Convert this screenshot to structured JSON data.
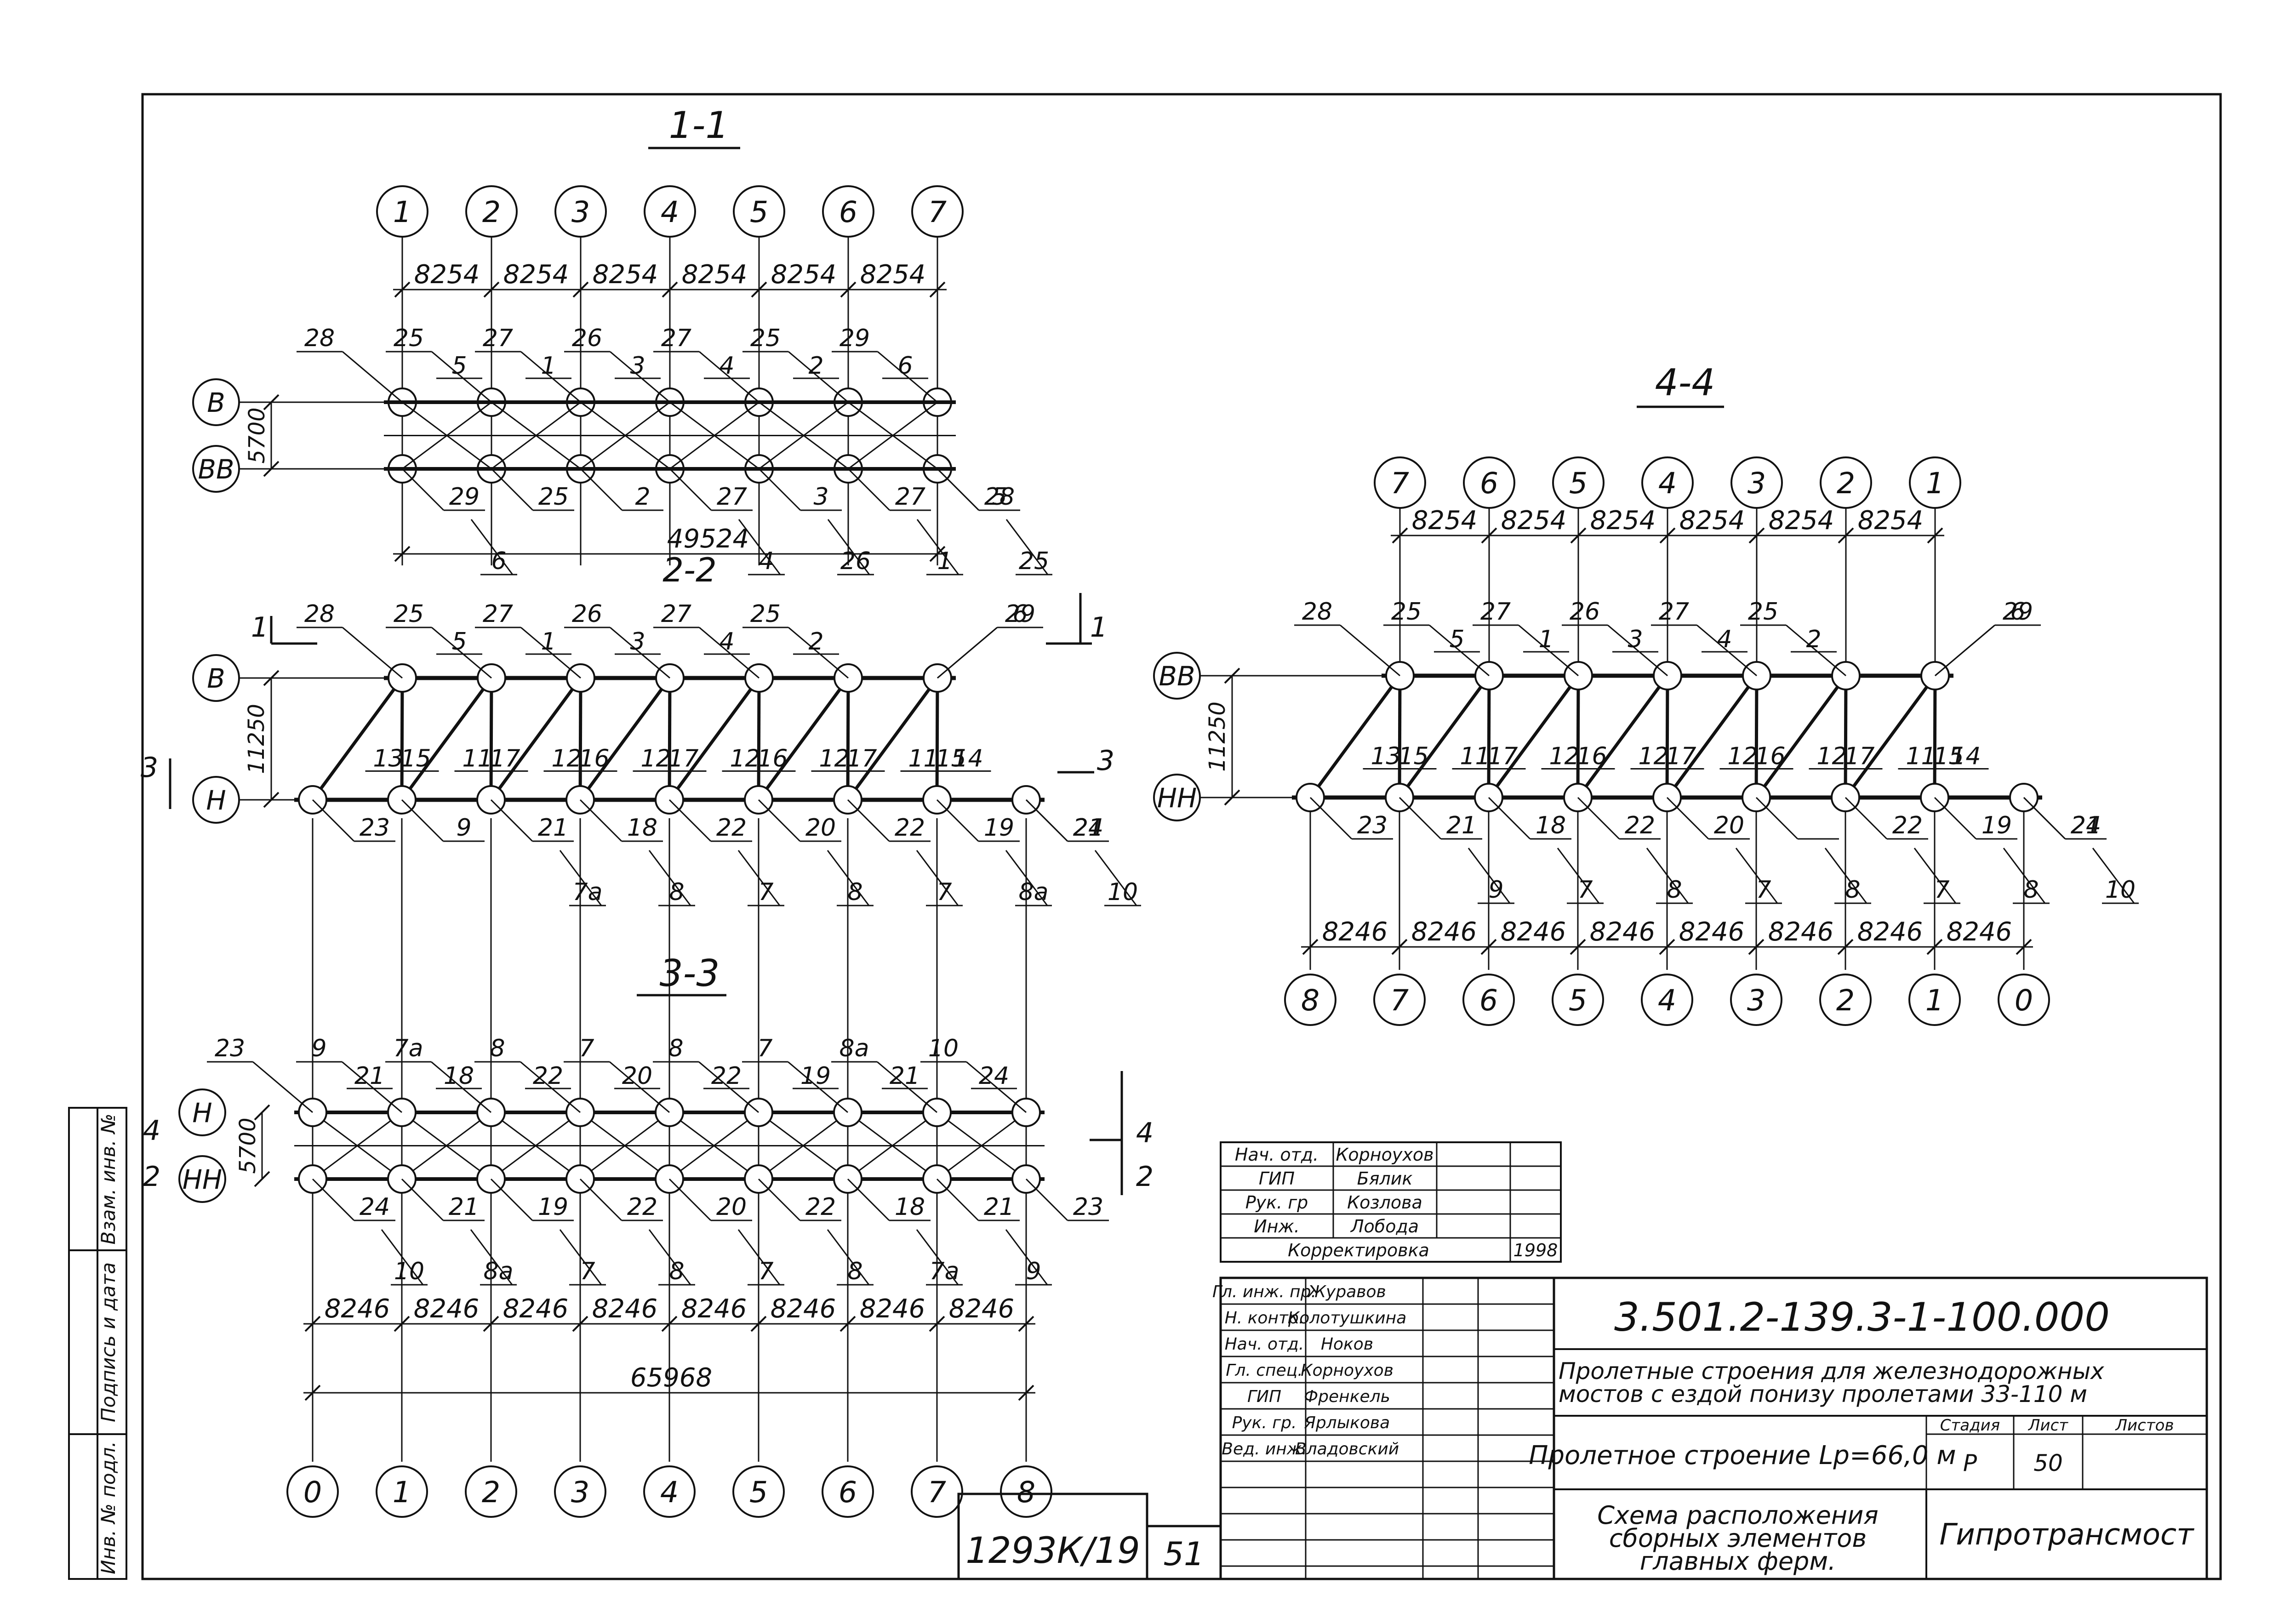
{
  "sections": {
    "s11": {
      "title": "1-1",
      "axes": [
        "1",
        "2",
        "3",
        "4",
        "5",
        "6",
        "7"
      ],
      "spacing": [
        "8254",
        "8254",
        "8254",
        "8254",
        "8254",
        "8254"
      ],
      "total": "49524",
      "height_dim": "5700",
      "top_label": "В",
      "bottom_label": "ВВ",
      "top_marks": [
        {
          "a": "28",
          "b": ""
        },
        {
          "a": "25",
          "b": "5"
        },
        {
          "a": "27",
          "b": "1"
        },
        {
          "a": "26",
          "b": "3"
        },
        {
          "a": "27",
          "b": "4"
        },
        {
          "a": "25",
          "b": "2"
        },
        {
          "a": "29",
          "b": "6"
        }
      ],
      "bottom_marks": [
        {
          "a": "29",
          "b": "6"
        },
        {
          "a": "25",
          "b": ""
        },
        {
          "a": "2",
          "b": ""
        },
        {
          "a": "27",
          "b": "4"
        },
        {
          "a": "3",
          "b": "26"
        },
        {
          "a": "27",
          "b": "1"
        },
        {
          "a": "5",
          "b": "25"
        },
        {
          "a": "28",
          "b": ""
        }
      ]
    },
    "s22": {
      "title": "2-2",
      "height_dim": "11250",
      "top_label": "В",
      "bottom_label": "Н",
      "cut_1": "1",
      "cut_3": "3",
      "top_marks": [
        {
          "a": "28",
          "b": ""
        },
        {
          "a": "25",
          "b": "5"
        },
        {
          "a": "27",
          "b": "1"
        },
        {
          "a": "26",
          "b": "3"
        },
        {
          "a": "27",
          "b": "4"
        },
        {
          "a": "25",
          "b": "2"
        },
        {
          "a": "6",
          "b": ""
        },
        {
          "a": "29",
          "b": ""
        }
      ],
      "diag_marks": [
        "13",
        "15",
        "11",
        "17",
        "12",
        "16",
        "12",
        "17",
        "12",
        "16",
        "12",
        "17",
        "11",
        "15",
        "14"
      ],
      "bottom_marks": [
        {
          "a": "23",
          "b": ""
        },
        {
          "a": "9",
          "b": ""
        },
        {
          "a": "21",
          "b": "7а"
        },
        {
          "a": "18",
          "b": "8"
        },
        {
          "a": "22",
          "b": "7"
        },
        {
          "a": "20",
          "b": "8"
        },
        {
          "a": "22",
          "b": "7"
        },
        {
          "a": "19",
          "b": "8а"
        },
        {
          "a": "21",
          "b": "10"
        },
        {
          "a": "24",
          "b": ""
        }
      ]
    },
    "s33": {
      "title": "3-3",
      "axes": [
        "0",
        "1",
        "2",
        "3",
        "4",
        "5",
        "6",
        "7",
        "8"
      ],
      "spacing": [
        "8246",
        "8246",
        "8246",
        "8246",
        "8246",
        "8246",
        "8246",
        "8246"
      ],
      "total": "65968",
      "height_dim": "5700",
      "top_label": "Н",
      "bottom_label": "НН",
      "cut_4": "4",
      "cut_2": "2",
      "top_marks": [
        {
          "a": "23",
          "b": ""
        },
        {
          "a": "9",
          "b": "21"
        },
        {
          "a": "7а",
          "b": "18"
        },
        {
          "a": "8",
          "b": "22"
        },
        {
          "a": "7",
          "b": "20"
        },
        {
          "a": "8",
          "b": "22"
        },
        {
          "a": "7",
          "b": "19"
        },
        {
          "a": "8а",
          "b": "21"
        },
        {
          "a": "10",
          "b": "24"
        }
      ],
      "bottom_marks": [
        {
          "a": "24",
          "b": "10"
        },
        {
          "a": "21",
          "b": "8а"
        },
        {
          "a": "19",
          "b": "7"
        },
        {
          "a": "22",
          "b": "8"
        },
        {
          "a": "20",
          "b": "7"
        },
        {
          "a": "22",
          "b": "8"
        },
        {
          "a": "18",
          "b": "7а"
        },
        {
          "a": "21",
          "b": "9"
        },
        {
          "a": "23",
          "b": ""
        }
      ]
    },
    "s44": {
      "title": "4-4",
      "axes_top": [
        "7",
        "6",
        "5",
        "4",
        "3",
        "2",
        "1"
      ],
      "spacing_top": [
        "8254",
        "8254",
        "8254",
        "8254",
        "8254",
        "8254"
      ],
      "axes_bottom": [
        "8",
        "7",
        "6",
        "5",
        "4",
        "3",
        "2",
        "1",
        "0"
      ],
      "spacing_bottom": [
        "8246",
        "8246",
        "8246",
        "8246",
        "8246",
        "8246",
        "8246",
        "8246"
      ],
      "height_dim": "11250",
      "top_label": "ВВ",
      "bottom_label": "НН",
      "top_marks": [
        {
          "a": "28",
          "b": ""
        },
        {
          "a": "25",
          "b": "5"
        },
        {
          "a": "27",
          "b": "1"
        },
        {
          "a": "26",
          "b": "3"
        },
        {
          "a": "27",
          "b": "4"
        },
        {
          "a": "25",
          "b": "2"
        },
        {
          "a": "6",
          "b": ""
        },
        {
          "a": "29",
          "b": ""
        }
      ],
      "diag_marks": [
        "13",
        "15",
        "11",
        "17",
        "12",
        "16",
        "12",
        "17",
        "12",
        "16",
        "12",
        "17",
        "11",
        "15",
        "14"
      ],
      "bottom_marks": [
        {
          "a": "23",
          "b": ""
        },
        {
          "a": "21",
          "b": "9"
        },
        {
          "a": "18",
          "b": "7"
        },
        {
          "a": "22",
          "b": "8"
        },
        {
          "a": "20",
          "b": "7"
        },
        {
          "a": "",
          "b": "8"
        },
        {
          "a": "22",
          "b": "7"
        },
        {
          "a": "19",
          "b": "8"
        },
        {
          "a": "21",
          "b": "10"
        },
        {
          "a": "24",
          "b": ""
        }
      ]
    }
  },
  "approval_table": {
    "rows": [
      {
        "role": "Нач. отд.",
        "name": "Корноухов"
      },
      {
        "role": "ГИП",
        "name": "Бялик"
      },
      {
        "role": "Рук. гр",
        "name": "Козлова"
      },
      {
        "role": "Инж.",
        "name": "Лобода"
      }
    ],
    "correction_label": "Корректировка",
    "correction_year": "1998"
  },
  "title_block": {
    "doc_code": "3.501.2-139.3-1-100.000",
    "signers": [
      {
        "role": "Гл. инж. пр.",
        "name": "Журавов"
      },
      {
        "role": "Н. контр.",
        "name": "Колотушкина"
      },
      {
        "role": "Нач. отд.",
        "name": "Ноков"
      },
      {
        "role": "Гл. спец.",
        "name": "Корноухов"
      },
      {
        "role": "ГИП",
        "name": "Френкель"
      },
      {
        "role": "Рук. гр.",
        "name": "Ярлыкова"
      },
      {
        "role": "Вед. инж.",
        "name": "Владовский"
      }
    ],
    "project_line1": "Пролетные строения для железнодорожных",
    "project_line2": "мостов с ездой понизу пролетами 33-110 м",
    "structure_name": "Пролетное строение Lp=66,0 м",
    "stage_label": "Стадия",
    "sheet_label": "Лист",
    "sheets_label": "Листов",
    "stage": "Р",
    "sheet": "50",
    "sheets": "",
    "drawing_line1": "Схема расположения",
    "drawing_line2": "сборных элементов",
    "drawing_line3": "главных ферм.",
    "organization": "Гипротрансмост",
    "archive_no": "1293К/19",
    "page_no": "51"
  },
  "side_stamp": {
    "col1": "Инв. № подл.",
    "col2": "Подпись и дата",
    "col3": "Взам. инв. №"
  }
}
